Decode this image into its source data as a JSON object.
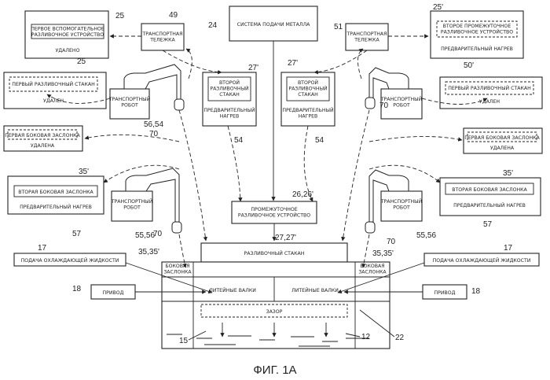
{
  "figure": {
    "caption": "ФИГ. 1А",
    "labels": {
      "metal_supply": "СИСТЕМА ПОДАЧИ МЕТАЛЛА",
      "first_aux_device": "ПЕРВОЕ ВСПОМОГАТЕЛЬНОЕ РАЗЛИВОЧНОЕ УСТРОЙСТВО",
      "removed_left": "УДАЛЕНО",
      "transport_cart_left": "ТРАНСПОРТНАЯ ТЕЛЕЖКА",
      "transport_cart_right": "ТРАНСПОРТНАЯ ТЕЛЕЖКА",
      "second_inter_device": "ВТОРОЕ ПРОМЕЖУТОЧНОЕ РАЗЛИВОЧНОЕ УСТРОЙСТВО",
      "preheat_top_right": "ПРЕДВАРИТЕЛЬНЫЙ НАГРЕВ",
      "first_tundish_left": "ПЕРВЫЙ РАЗЛИВОЧНЫЙ СТАКАН",
      "removed_tundish_left": "УДАЛЕН",
      "first_tundish_right": "ПЕРВЫЙ РАЗЛИВОЧНЫЙ СТАКАН",
      "removed_tundish_right": "УДАЛЕН",
      "robot_1": "ТРАНСПОРТНЫЙ РОБОТ",
      "robot_2": "ТРАНСПОРТНЫЙ РОБОТ",
      "robot_3": "ТРАНСПОРТНЫЙ РОБОТ",
      "robot_4": "ТРАНСПОРТНЫЙ РОБОТ",
      "second_tundish_left": "ВТОРОЙ РАЗЛИВОЧНЫЙ СТАКАН",
      "preheat_left_mid": "ПРЕДВАРИТЕЛЬНЫЙ НАГРЕВ",
      "second_tundish_right": "ВТОРОЙ РАЗЛИВОЧНЫЙ СТАКАН",
      "preheat_right_mid": "ПРЕДВАРИТЕЛЬНЫЙ НАГРЕВ",
      "first_side_dam_left": "ПЕРВАЯ БОКОВАЯ ЗАСЛОНКА",
      "removed_dam_left": "УДАЛЕНА",
      "first_side_dam_right": "ПЕРВАЯ БОКОВАЯ ЗАСЛОНКА",
      "removed_dam_right": "УДАЛЕНА",
      "second_side_dam_left": "ВТОРАЯ БОКОВАЯ ЗАСЛОНКА",
      "preheat_left_low": "ПРЕДВАРИТЕЛЬНЫЙ НАГРЕВ",
      "second_side_dam_right": "ВТОРАЯ БОКОВАЯ ЗАСЛОНКА",
      "preheat_right_low": "ПРЕДВАРИТЕЛЬНЫЙ НАГРЕВ",
      "intermediate_device": "ПРОМЕЖУТОЧНОЕ РАЗЛИВОЧНОЕ УСТРОЙСТВО",
      "tundish": "РАЗЛИВОЧНЫЙ СТАКАН",
      "coolant_left": "ПОДАЧА ОХЛАЖДАЮЩЕЙ ЖИДКОСТИ",
      "coolant_right": "ПОДАЧА ОХЛАЖДАЮЩЕЙ ЖИДКОСТИ",
      "side_dam_left": "БОКОВАЯ ЗАСЛОНКА",
      "side_dam_right": "БОКОВАЯ ЗАСЛОНКА",
      "drive_left": "ПРИВОД",
      "drive_right": "ПРИВОД",
      "cast_roll_left": "ЛИТЕЙНЫЕ ВАЛКИ",
      "cast_roll_right": "ЛИТЕЙНЫЕ ВАЛКИ",
      "gap": "ЗАЗОР"
    },
    "refs": {
      "r25a": "25",
      "r25b": "25",
      "r49": "49",
      "r24": "24",
      "r51": "51",
      "r25p": "25'",
      "r50p": "50'",
      "r27p_l": "27'",
      "r27p_r": "27'",
      "r5654": "56,54",
      "r70a": "70",
      "r70b": "70",
      "r70c": "70",
      "r70d": "70",
      "r54a": "54",
      "r54b": "54",
      "r35p_a": "35'",
      "r35p_b": "35'",
      "r2626": "26,26'",
      "r5556a": "55,56",
      "r5556b": "55,56",
      "r57a": "57",
      "r57b": "57",
      "r2727": "27,27'",
      "r17a": "17",
      "r17b": "17",
      "r3535a": "35,35'",
      "r3535b": "35,35'",
      "r18a": "18",
      "r18b": "18",
      "r15": "15",
      "r12": "12",
      "r22": "22"
    }
  }
}
